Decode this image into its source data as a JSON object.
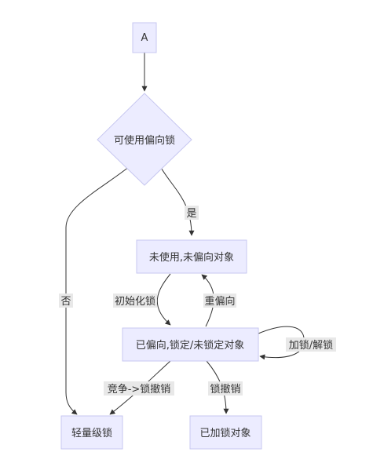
{
  "nodes": {
    "a": "A",
    "can_use_biased": "可使用偏向锁",
    "unbiased": "未使用,未偏向对象",
    "biased": "已偏向,锁定/未锁定对象",
    "lightweight": "轻量级锁",
    "locked_object": "已加锁对象"
  },
  "edges": {
    "yes": "是",
    "no": "否",
    "init_lock": "初始化锁",
    "rebias": "重偏向",
    "lock_unlock": "加锁/解锁",
    "contention": "竞争->锁撤销",
    "revoke": "锁撤销"
  },
  "colors": {
    "node_fill": "#ECECFF",
    "node_stroke": "#C7C7F0",
    "edge": "#333333",
    "label_bg": "#E8E8E8"
  }
}
